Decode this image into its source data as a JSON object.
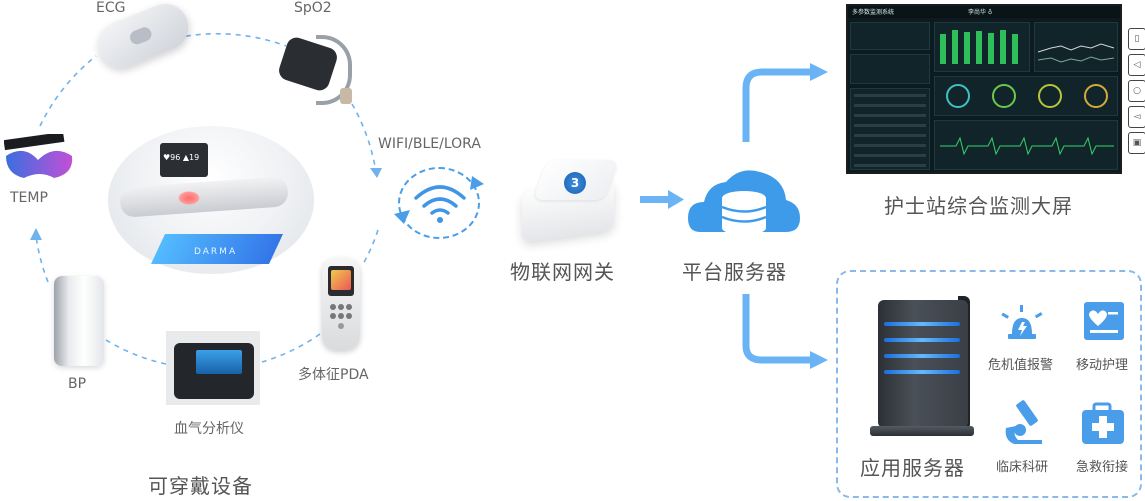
{
  "devices": {
    "ecg": "ECG",
    "spo2": "SpO2",
    "temp": "TEMP",
    "bp": "BP",
    "blood_gas": "血气分析仪",
    "pda": "多体征PDA",
    "group_title": "可穿戴设备"
  },
  "scene": {
    "monitor_text": "♥96  ▲19",
    "pad_text": "DARMA"
  },
  "connectivity": {
    "protocols": "WIFI/BLE/LORA"
  },
  "gateway": {
    "label": "物联网网关"
  },
  "platform": {
    "label": "平台服务器"
  },
  "nurse_station": {
    "label": "护士站综合监测大屏",
    "screen_title_left": "多参数监测系统",
    "screen_title_center": "李尚华 ♁"
  },
  "app_server": {
    "label": "应用服务器",
    "functions": [
      {
        "label": "危机值报警",
        "icon": "alarm-light-icon"
      },
      {
        "label": "移动护理",
        "icon": "mobile-nursing-icon"
      },
      {
        "label": "临床科研",
        "icon": "microscope-icon"
      },
      {
        "label": "急救衔接",
        "icon": "first-aid-kit-icon"
      }
    ]
  },
  "colors": {
    "accent_blue": "#4a9de8",
    "arrow_blue": "#6ab4f5",
    "dashed_box": "#8ab8e8",
    "text_gray": "#555555"
  }
}
